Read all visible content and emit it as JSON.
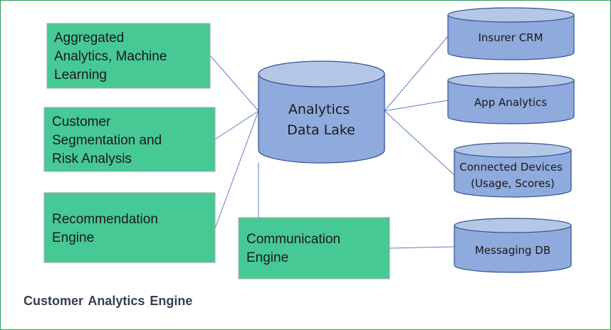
{
  "colors": {
    "box_fill": "#47c996",
    "box_stroke": "#a6a6a6",
    "db_body": "#8faadc",
    "db_top": "#b4c7e7",
    "db_stroke": "#2f528f",
    "connector": "#5b7fc4",
    "frame": "#2e9e5e"
  },
  "modules": {
    "aggregated": [
      "Aggregated",
      "Analytics,  Machine",
      "Learning"
    ],
    "segmentation": [
      "Customer",
      "Segmentation  and",
      "Risk Analysis"
    ],
    "recommendation": [
      "Recommendation",
      "Engine"
    ],
    "communication": [
      "Communication",
      "Engine"
    ]
  },
  "data_lake": [
    "Analytics",
    "Data Lake"
  ],
  "sources": {
    "insurer_crm": [
      "Insurer CRM"
    ],
    "app_analytics": [
      "App Analytics"
    ],
    "connected_devices": [
      "Connected Devices",
      "(Usage, Scores)"
    ],
    "messaging_db": [
      "Messaging DB"
    ]
  },
  "caption": "Customer Analytics  Engine"
}
